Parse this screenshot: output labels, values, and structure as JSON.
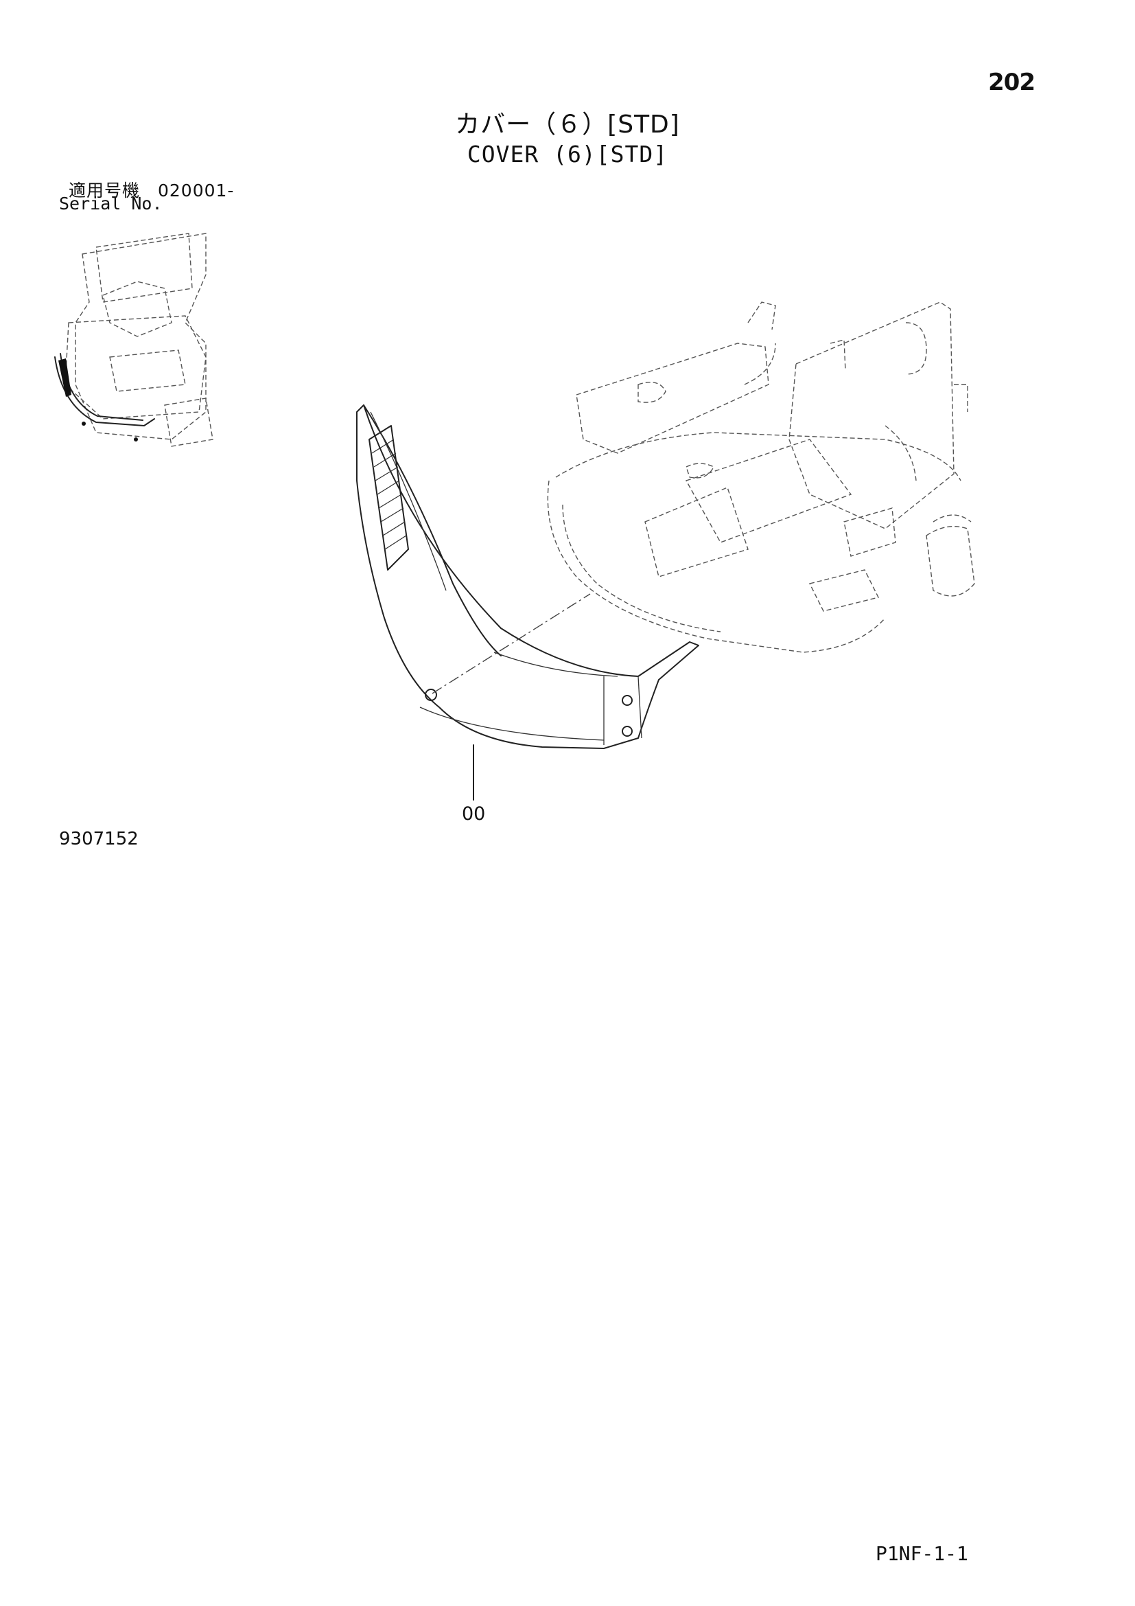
{
  "page_number": "202",
  "title_jp": "カバー（６）[STD]",
  "title_en": "COVER (6)[STD]",
  "serial_label_jp": "適用号機　020001-",
  "serial_label_en": "Serial No.",
  "drawing_number": "9307152",
  "part_callout": "00",
  "footer_code": "P1NF-1-1",
  "colors": {
    "ink": "#111111",
    "background": "#ffffff"
  }
}
